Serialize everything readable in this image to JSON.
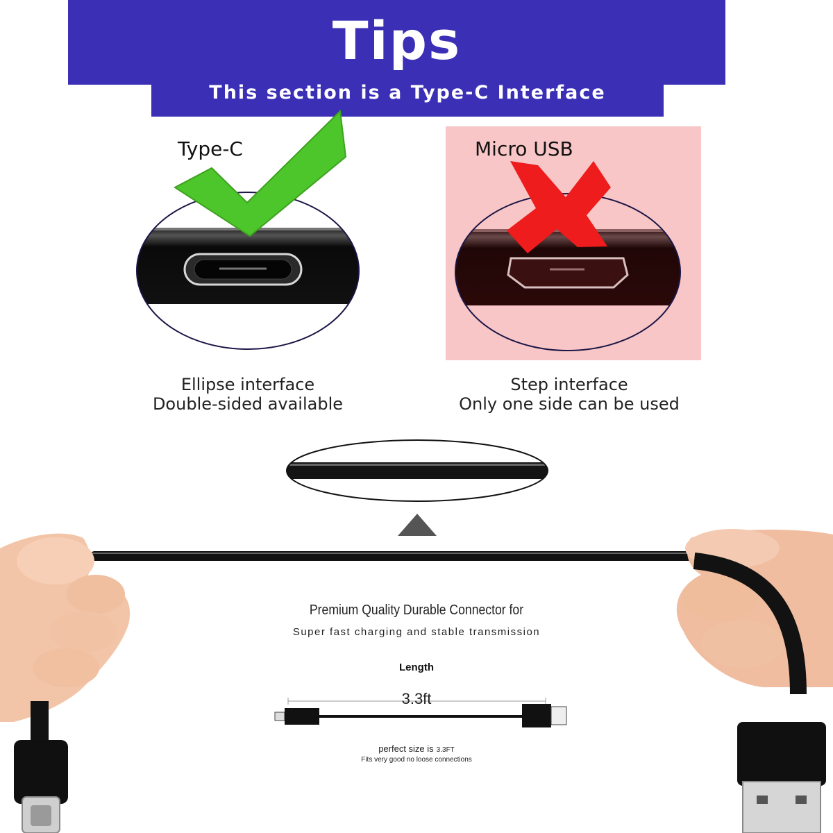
{
  "banner": {
    "title": "Tips",
    "subtitle": "This section is a Type-C Interface",
    "color": "#3a2fb5"
  },
  "left_panel": {
    "label": "Type-C",
    "mark_icon": "green-check-icon",
    "caption_line1": "Ellipse interface",
    "caption_line2": "Double-sided available"
  },
  "right_panel": {
    "label": "Micro USB",
    "mark_icon": "red-x-icon",
    "background_color": "#f8c6c6",
    "caption_line1": "Step interface",
    "caption_line2": "Only one side can be used"
  },
  "bottom": {
    "heading": "Premium Quality Durable Connector for",
    "subheading": "Super fast charging and stable transmission",
    "length_label": "Length",
    "length_value": "3.3ft",
    "perfect_size": "perfect size is",
    "perfect_size_value": "3.3FT",
    "fits_note": "Fits very good no loose connections"
  }
}
